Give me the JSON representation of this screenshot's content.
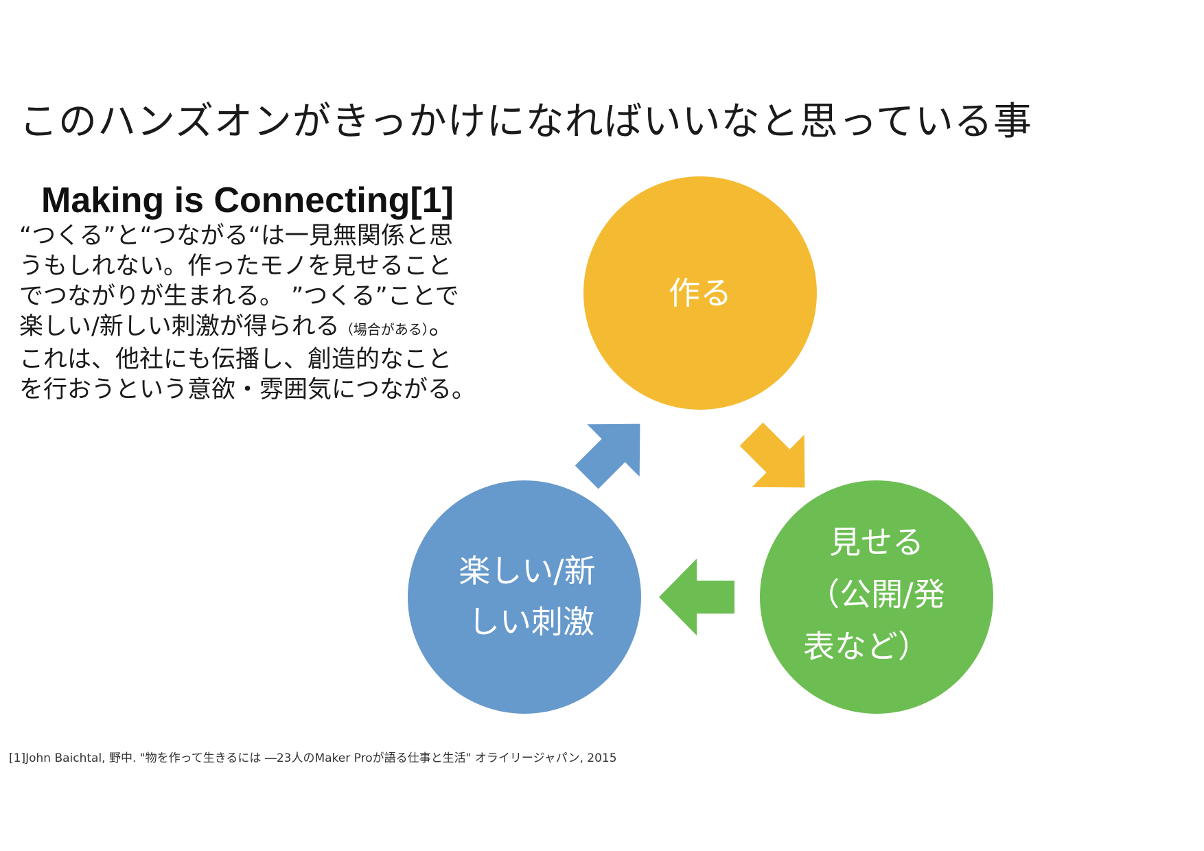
{
  "slide": {
    "title": "このハンズオンがきっかけになればいいなと思っている事"
  },
  "left_panel": {
    "heading": "Making is Connecting[1]",
    "lines": [
      "“つくる”と“つながる“は一見無関係と思",
      "うもしれない。作ったモノを見せること",
      "でつながりが生まれる。 ”つくる”ことで"
    ],
    "line4_main": "楽しい/新しい刺激が得られる",
    "line4_note": "（場合がある）",
    "line4_end": "。",
    "lines_after": [
      "これは、他社にも伝播し、創造的なこと",
      "を行おうという意欲・雰囲気につながる。"
    ]
  },
  "cycle": {
    "nodes": [
      {
        "name": "make",
        "label_lines": [
          "作る"
        ],
        "color": "#F4BB32"
      },
      {
        "name": "show",
        "label_lines": [
          "見せる",
          "（公開/発",
          "表など）"
        ],
        "color": "#6CBE52"
      },
      {
        "name": "fun",
        "label_lines": [
          "楽しい/新",
          "しい刺激"
        ],
        "color": "#6699CC"
      }
    ],
    "arrows": [
      {
        "from": "make",
        "to": "show",
        "color": "#F4BB32"
      },
      {
        "from": "show",
        "to": "fun",
        "color": "#6CBE52"
      },
      {
        "from": "fun",
        "to": "make",
        "color": "#6699CC"
      }
    ]
  },
  "footnote": "[1]John Baichtal, 野中. \"物を作って生きるには ―23人のMaker Proが語る仕事と生活\" オライリージャパン, 2015"
}
